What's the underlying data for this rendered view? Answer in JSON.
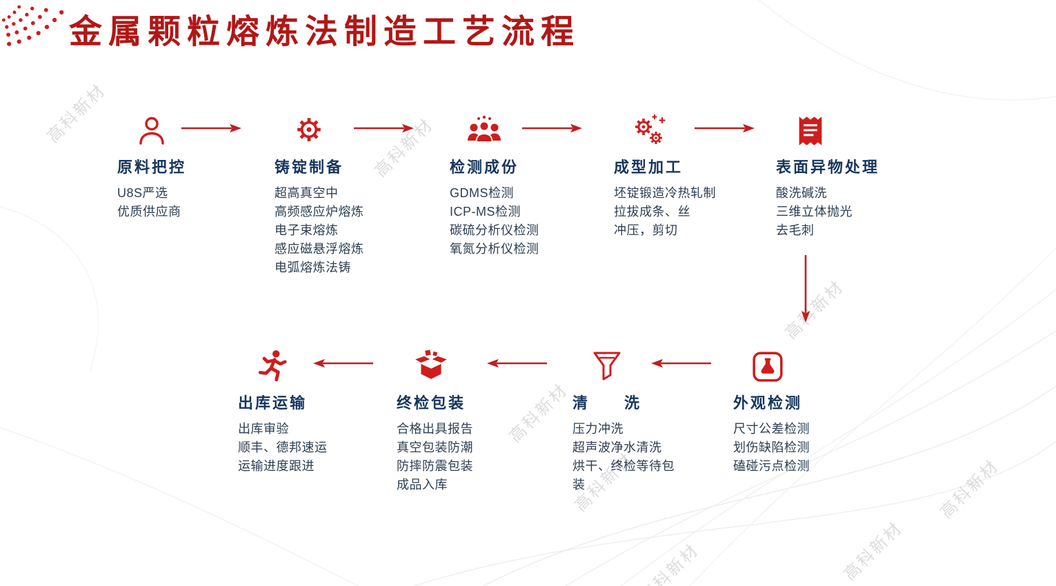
{
  "title": "金属颗粒熔炼法制造工艺流程",
  "watermark_text": "高科新材",
  "colors": {
    "title_red": "#b11716",
    "icon_red": "#cf1d1d",
    "arrow_red": "#c01e1e",
    "step_title_navy": "#17365d",
    "body_text": "#2c3e52"
  },
  "top_row": [
    {
      "title": "原料把控",
      "icon": "person-icon",
      "lines": [
        "U8S严选",
        "优质供应商"
      ]
    },
    {
      "title": "铸锭制备",
      "icon": "gear-icon",
      "lines": [
        "超高真空中",
        "高频感应炉熔炼",
        "电子束熔炼",
        "感应磁悬浮熔炼",
        "电弧熔炼法铸"
      ]
    },
    {
      "title": "检测成份",
      "icon": "team-icon",
      "lines": [
        "GDMS检测",
        "ICP-MS检测",
        "碳硫分析仪检测",
        "氧氮分析仪检测"
      ]
    },
    {
      "title": "成型加工",
      "icon": "gears-icon",
      "lines": [
        "坯锭锻造冷热轧制",
        "拉拔成条、丝",
        "冲压，剪切"
      ]
    },
    {
      "title": "表面异物处理",
      "icon": "receipt-icon",
      "lines": [
        "酸洗碱洗",
        "三维立体抛光",
        "去毛刺"
      ]
    }
  ],
  "bottom_row": [
    {
      "title": "出库运输",
      "icon": "running-person-icon",
      "lines": [
        "出库审验",
        "顺丰、德邦速运",
        "运输进度跟进"
      ]
    },
    {
      "title": "终检包装",
      "icon": "open-box-icon",
      "lines": [
        "合格出具报告",
        "真空包装防潮",
        "防摔防震包装",
        "成品入库"
      ]
    },
    {
      "title": "清　　洗",
      "icon": "funnel-icon",
      "lines": [
        "压力冲洗",
        "超声波净水清洗",
        "烘干、终检等待包装"
      ]
    },
    {
      "title": "外观检测",
      "icon": "inspection-icon",
      "lines": [
        "尺寸公差检测",
        "划伤缺陷检测",
        "磕碰污点检测"
      ]
    }
  ]
}
